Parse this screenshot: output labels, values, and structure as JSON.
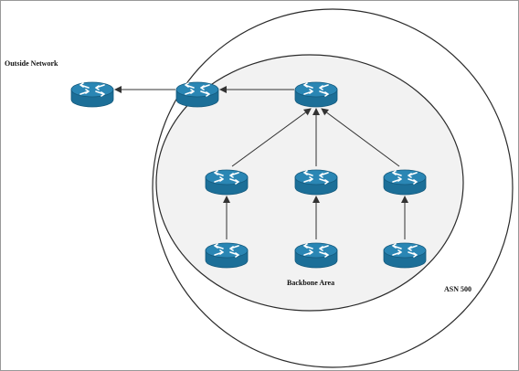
{
  "labels": {
    "outside_network": "Outside Network",
    "backbone_area": "Backbone Area",
    "asn": "ASN 500"
  },
  "colors": {
    "router_body": "#1c6f98",
    "router_top": "#2a86b4",
    "router_edge": "#155a7d",
    "arrow_glyph": "#ffffff",
    "backbone_fill": "#f2f2f2",
    "outline": "#2b2b2b",
    "connector": "#333333"
  },
  "nodes": [
    {
      "id": "outside-router",
      "icon": "router-icon"
    },
    {
      "id": "border-router",
      "icon": "router-icon"
    },
    {
      "id": "core-router",
      "icon": "router-icon"
    },
    {
      "id": "dist-router-left",
      "icon": "router-icon"
    },
    {
      "id": "dist-router-center",
      "icon": "router-icon"
    },
    {
      "id": "dist-router-right",
      "icon": "router-icon"
    },
    {
      "id": "access-router-left",
      "icon": "router-icon"
    },
    {
      "id": "access-router-center",
      "icon": "router-icon"
    },
    {
      "id": "access-router-right",
      "icon": "router-icon"
    }
  ],
  "edges": [
    {
      "from": "border-router",
      "to": "outside-router"
    },
    {
      "from": "core-router",
      "to": "border-router"
    },
    {
      "from": "dist-router-left",
      "to": "core-router"
    },
    {
      "from": "dist-router-center",
      "to": "core-router"
    },
    {
      "from": "dist-router-right",
      "to": "core-router"
    },
    {
      "from": "access-router-left",
      "to": "dist-router-left"
    },
    {
      "from": "access-router-center",
      "to": "dist-router-center"
    },
    {
      "from": "access-router-right",
      "to": "dist-router-right"
    }
  ]
}
